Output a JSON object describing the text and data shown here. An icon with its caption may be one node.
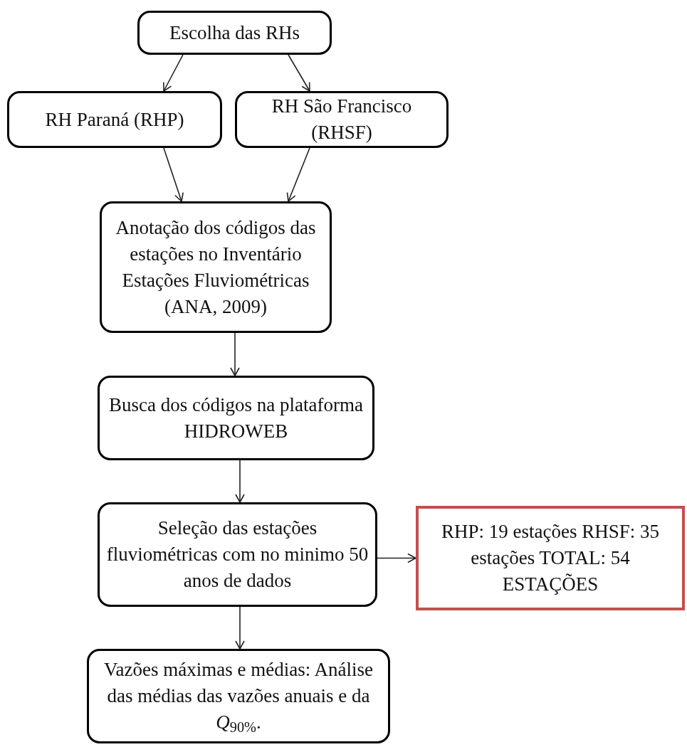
{
  "diagram": {
    "nodes": [
      {
        "text": [
          "Escolha  das RHs"
        ]
      },
      {
        "text": [
          "RH Paraná (RHP)"
        ]
      },
      {
        "text": [
          "RH São Francisco (RHSF)"
        ]
      },
      {
        "text": [
          "Anotação dos códigos das estações no Inventário Estações Fluviométricas (ANA, 2009)"
        ]
      },
      {
        "text": [
          "Busca dos códigos na plataforma  HIDROWEB"
        ]
      },
      {
        "text": [
          "Seleção  das estações fluviométricas  com no minimo  50 anos de dados"
        ]
      },
      {
        "text": [
          "RHP:  19 estações RHSF:  35 estações TOTAL:  54 ESTAÇÕES"
        ]
      },
      {
        "text": [
          "Vazões  máximas  e médias: Análise  das médias  das vazões  anuais  e da *Q*$_{90%}$."
        ]
      }
    ],
    "edges": [
      {
        "from": 0,
        "to": 1,
        "arrow": "to"
      },
      {
        "from": 0,
        "to": 2,
        "arrow": "to"
      },
      {
        "from": 1,
        "to": 3,
        "arrow": "to"
      },
      {
        "from": 2,
        "to": 3,
        "arrow": "to"
      },
      {
        "from": 3,
        "to": 4,
        "arrow": "to"
      },
      {
        "from": 4,
        "to": 5,
        "arrow": "to"
      },
      {
        "from": 5,
        "to": 6,
        "arrow": "to"
      },
      {
        "from": 5,
        "to": 7,
        "arrow": "to"
      }
    ]
  }
}
